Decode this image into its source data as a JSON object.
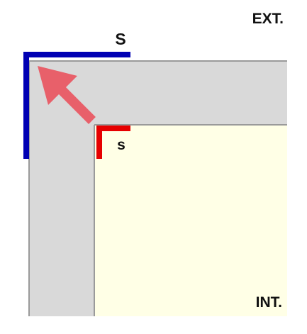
{
  "labels": {
    "exterior": "EXT.",
    "interior": "INT.",
    "outer_dimension": "S",
    "inner_dimension": "s"
  },
  "colors": {
    "background": "#ffffff",
    "wall": "#d9d9d9",
    "wall_edge": "#9a9a9a",
    "interior_fill": "#ffffe6",
    "outer_marker": "#0000b3",
    "inner_marker": "#e60000",
    "arrow": "#e8606a",
    "text": "#111111"
  },
  "icons": {
    "direction_arrow": "arrow-up-left-icon"
  }
}
